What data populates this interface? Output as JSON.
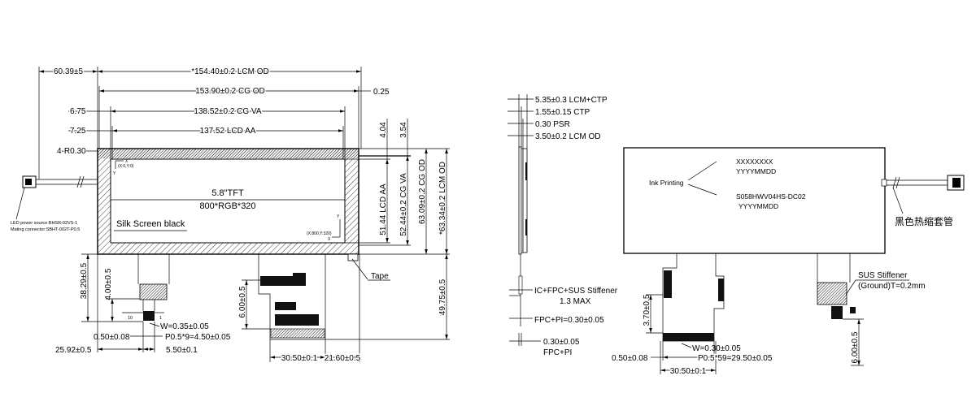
{
  "front_view": {
    "cable_length": "60.39±5",
    "lcm_od_width": "*154.40±0.2 LCM OD",
    "cg_od_width": "153.90±0.2 CG OD",
    "cg_od_offset": "0.25",
    "cg_va_offset": "6.75",
    "cg_va_width": "138.52±0.2 CG VA",
    "lcd_aa_offset": "7.25",
    "lcd_aa_width": "137.52 LCD AA",
    "corner_radius": "4-R0.30",
    "lcd_aa_top": "4.04",
    "cg_va_top": "3.54",
    "lcd_aa_height": "51.44 LCD AA",
    "cg_va_height": "52.44±0.2 CG VA",
    "cg_od_height": "63.09±0.2 CG OD",
    "lcm_od_height": "*63.34±0.2 LCM OD",
    "panel_size": "5.8\"TFT",
    "panel_resolution": "800*RGB*320",
    "silk_screen": "Silk Screen black",
    "origin_label": "(X:0,Y:0)",
    "origin_x": "X",
    "origin_y": "Y",
    "end_label": "(X:800,Y:320)",
    "end_x": "X",
    "end_y": "Y",
    "led_power_source": "LED power source:BHSR-02VS-1",
    "led_mating_connector": "Mating connector:SBHT-002T-P0.5",
    "backlight_fpc": {
      "length": "38.29±0.5",
      "connector_length": "4.00±0.5",
      "pin_last": "10",
      "pin_first": "1",
      "width": "W=0.35±0.05",
      "pin_offset": "0.50±0.08",
      "pitch": "P0.5*9=4.50±0.05",
      "position": "25.92±0.5",
      "connector_width": "5.50±0.1"
    },
    "main_fpc": {
      "stiffener_length": "6.00±0.5",
      "length": "49.75±0.5",
      "width": "30.50±0.1",
      "position": "21.60±0.5",
      "tape": "Tape"
    }
  },
  "side_view": {
    "lcm_ctp": "5.35±0.3 LCM+CTP",
    "ctp": "1.55±0.15 CTP",
    "psr": "0.30 PSR",
    "lcm_od": "3.50±0.2 LCM OD",
    "ic_fpc_stiffener": "IC+FPC+SUS Stiffener",
    "ic_max": "1.3 MAX",
    "fpc_pi_top": "FPC+PI=0.30±0.05",
    "fpc_pi_value": "0.30±0.05",
    "fpc_pi_label": "FPC+PI"
  },
  "back_view": {
    "code_line1": "XXXXXXXX",
    "code_line2": "YYYYMMDD",
    "ink_printing": "Ink Printing",
    "model_line1": "S058HWV04HS-DC02",
    "model_line2": "YYYYMMDD",
    "heat_shrink": "黑色热缩套管",
    "sus_stiffener": "SUS Stiffener",
    "sus_ground": "(Ground)T=0.2mm",
    "fpc_bend": "3.70±0.5",
    "pin_width": "W=0.30±0.05",
    "pin_offset": "0.50±0.08",
    "pitch": "P0.5*59=29.50±0.05",
    "fpc_width": "30.50±0.1",
    "stiffener_length": "6.00±0.5"
  }
}
